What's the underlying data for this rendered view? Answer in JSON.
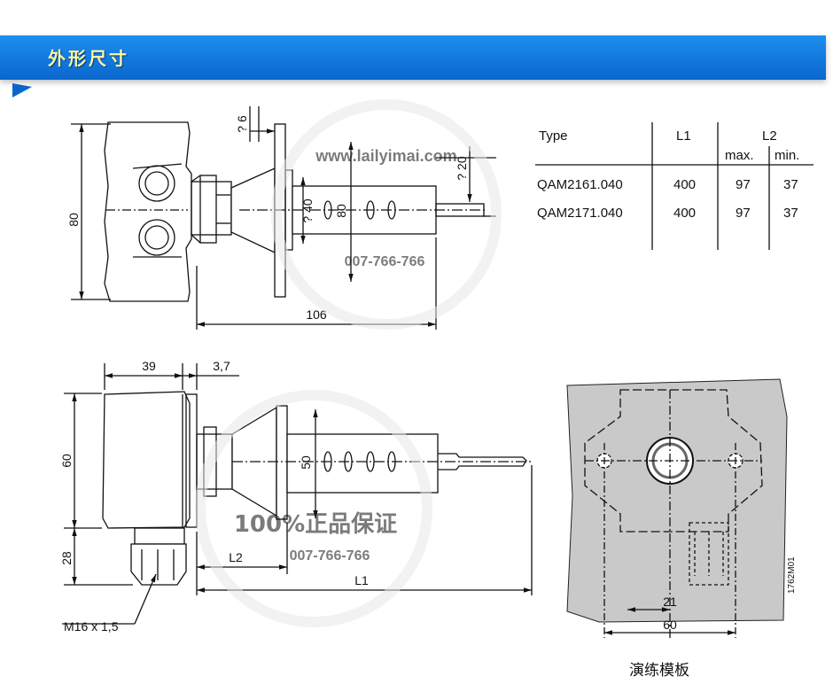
{
  "header": {
    "title": "外形尺寸"
  },
  "top_view": {
    "dims": {
      "height": "80",
      "gap": "? 6",
      "flange": "? 20",
      "tube_inner": "? 40",
      "tube_outer": "80",
      "length": "106"
    }
  },
  "table": {
    "col_type": "Type",
    "col_l1": "L1",
    "col_l2": "L2",
    "sub_max": "max.",
    "sub_min": "min.",
    "rows": [
      {
        "type": "QAM2161.040",
        "l1": "400",
        "max": "97",
        "min": "37"
      },
      {
        "type": "QAM2171.040",
        "l1": "400",
        "max": "97",
        "min": "37"
      }
    ]
  },
  "side_view": {
    "dims": {
      "width": "39",
      "plate": "3,7",
      "height": "60",
      "tube": "50",
      "gland": "28",
      "l2": "L2",
      "l1": "L1",
      "thread": "M16 x 1,5"
    }
  },
  "template_view": {
    "dims": {
      "a": "21",
      "b": "60"
    },
    "code": "1762M01",
    "caption": "演练模板"
  },
  "watermark": {
    "text_top": "www.lailyimai.com",
    "text_mid": "100%正品保证",
    "phone": "007-766-766"
  }
}
